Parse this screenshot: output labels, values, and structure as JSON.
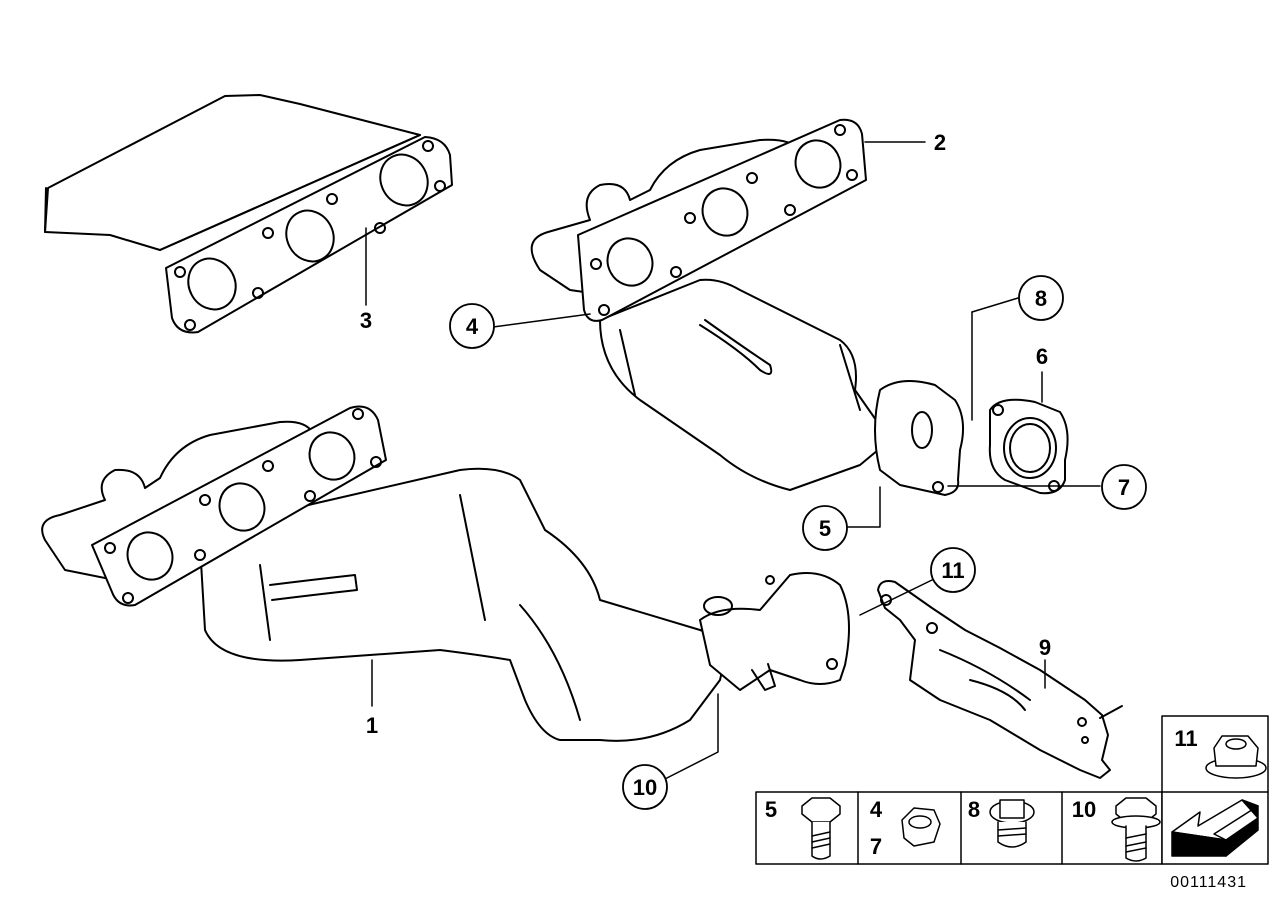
{
  "callouts": {
    "c1": "1",
    "c2": "2",
    "c3": "3",
    "c4": "4",
    "c5": "5",
    "c6": "6",
    "c7": "7",
    "c8": "8",
    "c9": "9",
    "c10": "10",
    "c11": "11"
  },
  "legend": {
    "cell_5": "5",
    "cell_4": "4",
    "cell_7": "7",
    "cell_8": "8",
    "cell_10": "10",
    "cell_11": "11"
  },
  "document_number": "00111431"
}
